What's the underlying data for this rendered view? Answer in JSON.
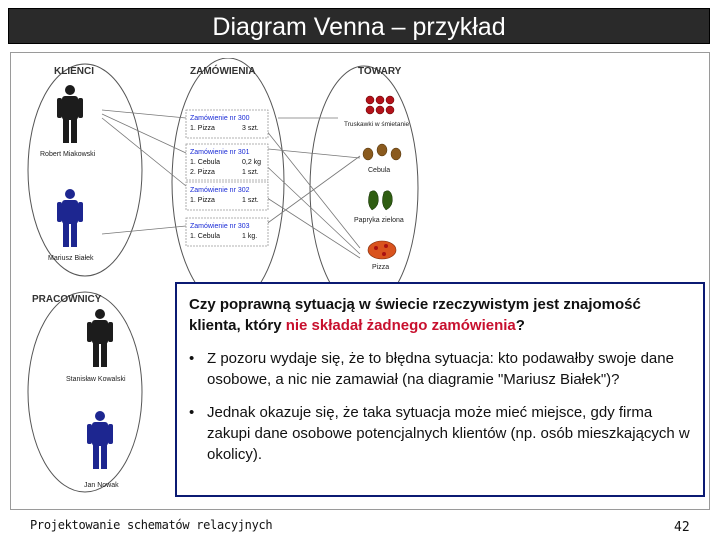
{
  "slide": {
    "title": "Diagram Venna – przykład",
    "footer_left": "Projektowanie schematów relacyjnych",
    "page_number": "42"
  },
  "diagram": {
    "sets": {
      "clients": "KLIENCI",
      "orders": "ZAMÓWIENIA",
      "products": "TOWARY",
      "employees": "PRACOWNICY"
    },
    "people": {
      "robert": "Robert Miakowski",
      "mariusz": "Mariusz Białek",
      "stanislaw": "Stanisław Kowalski",
      "jan": "Jan Nowak"
    },
    "orders": [
      {
        "header": "Zamówienie nr 300",
        "lines": [
          {
            "item": "1. Pizza",
            "qty": "3 szt."
          }
        ]
      },
      {
        "header": "Zamówienie nr 301",
        "lines": [
          {
            "item": "1. Cebula",
            "qty": "0,2 kg"
          },
          {
            "item": "2. Pizza",
            "qty": "1 szt."
          }
        ]
      },
      {
        "header": "Zamówienie nr 302",
        "lines": [
          {
            "item": "1. Pizza",
            "qty": "1 szt."
          }
        ]
      },
      {
        "header": "Zamówienie nr 303",
        "lines": [
          {
            "item": "1. Cebula",
            "qty": "1 kg."
          }
        ]
      }
    ],
    "products": {
      "tomatoes": "Truskawki w śmietanie",
      "onion": "Cebula",
      "pepper": "Papryka zielona",
      "pizza": "Pizza"
    }
  },
  "callout": {
    "question_start": "Czy poprawną sytuacją w świecie rzeczywistym jest znajomość klienta, który ",
    "question_highlight": "nie składał żadnego zamówienia",
    "question_end": "?",
    "bullet_1": "Z pozoru wydaje się, że to błędna sytuacja: kto podawałby swoje dane osobowe, a nic nie zamawiał (na diagramie \"Mariusz Białek\")?",
    "bullet_2": "Jednak okazuje się, że taka sytuacja może mieć miejsce, gdy firma zakupi dane osobowe potencjalnych klientów (np. osób mieszkających w okolicy)."
  },
  "colors": {
    "title_bar": "#2a2a2a",
    "highlight": "#c8102e",
    "callout_border": "#0b1a73",
    "order_header": "#1a2bd6",
    "person_black": "#1c1c1c",
    "person_blue": "#1d2690"
  }
}
